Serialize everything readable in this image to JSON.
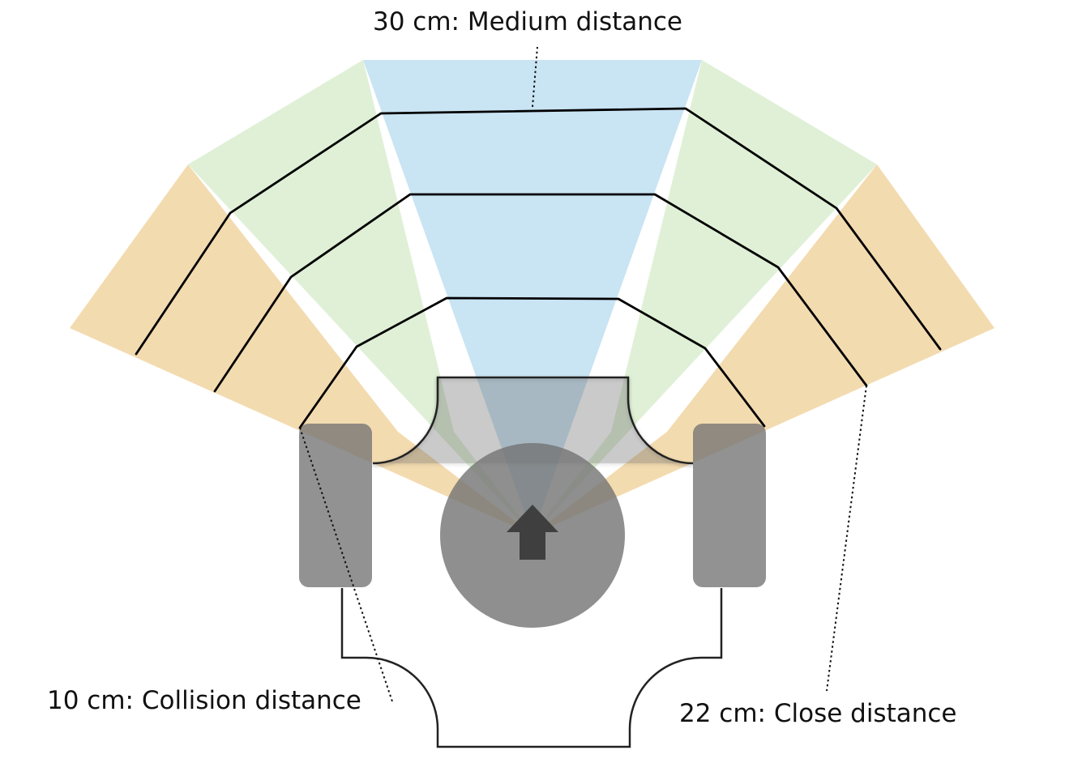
{
  "labels": {
    "medium": "30 cm: Medium distance",
    "collision": "10 cm: Collision distance",
    "close": "22 cm: Close distance"
  },
  "colors": {
    "orange_zone": "#F3DBB0",
    "green_zone": "#DFF0D6",
    "blue_zone": "#C9E4F3",
    "robot_body": "#737373",
    "arrow": "#3F3F3F",
    "boundary_line": "#000000",
    "outline": "#222222"
  },
  "icons": {
    "direction": "up-arrow-icon"
  }
}
